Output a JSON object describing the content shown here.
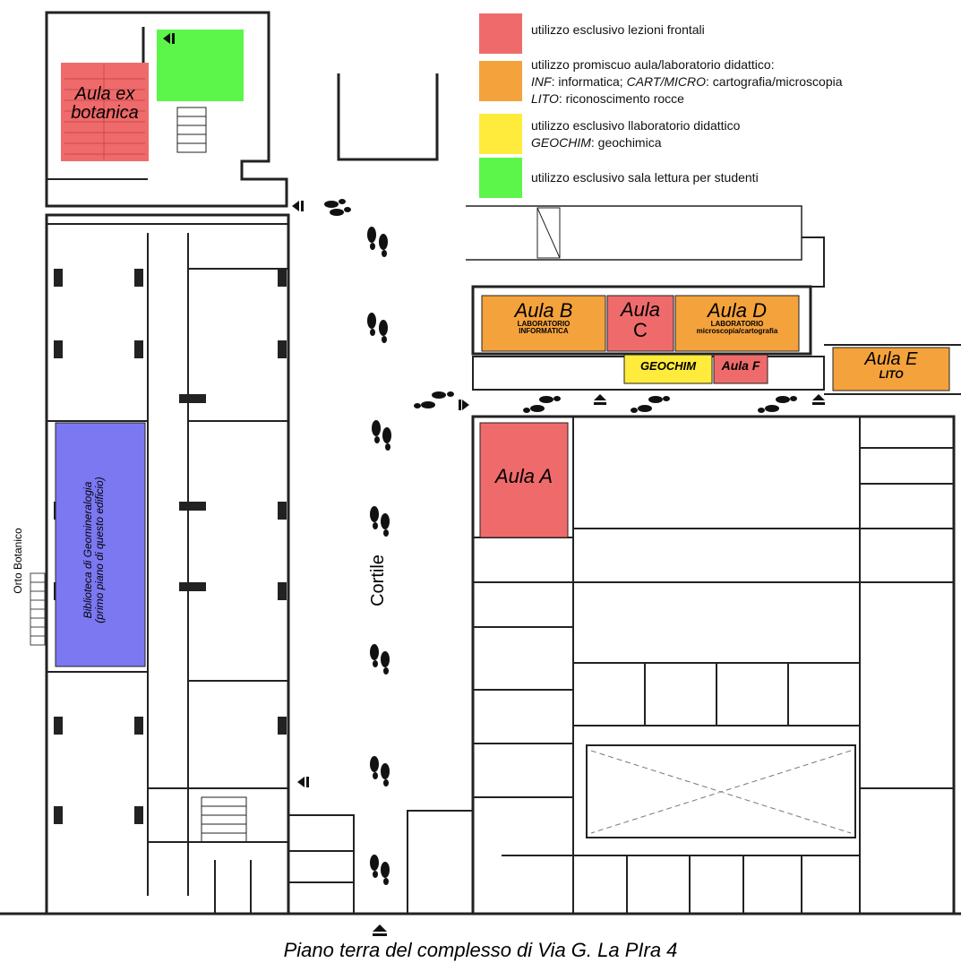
{
  "legend": [
    {
      "color": "#ef6b6b",
      "line1": "utilizzo esclusivo lezioni frontali"
    },
    {
      "color": "#f4a23c",
      "line1": "utilizzo promiscuo aula/laboratorio didattico:",
      "line2_code": "INF",
      "line2_text": ": informatica; ",
      "line2_code2": "CART/MICRO",
      "line2_text2": ": cartografia/microscopia",
      "line3_code": "LITO",
      "line3_text": ": riconoscimento rocce"
    },
    {
      "color": "#ffeb3b",
      "line1": "utilizzo esclusivo llaboratorio didattico",
      "line2_code": "GEOCHIM",
      "line2_text": ": geochimica"
    },
    {
      "color": "#5cf54a",
      "line1": "utilizzo esclusivo sala lettura per studenti"
    }
  ],
  "rooms": {
    "aula_ex_botanica": {
      "line1": "Aula ex",
      "line2": "botanica"
    },
    "aula_b": {
      "name": "Aula B",
      "sub1": "LABORATORIO",
      "sub2": "INFORMATICA"
    },
    "aula_c": {
      "line1": "Aula",
      "line2": "C"
    },
    "aula_d": {
      "name": "Aula D",
      "sub1": "LABORATORIO",
      "sub2": "microscopia/cartografia"
    },
    "aula_e": {
      "name": "Aula E",
      "sub": "LITO"
    },
    "geochim": {
      "name": "GEOCHIM"
    },
    "aula_f": {
      "name": "Aula F"
    },
    "aula_a": {
      "name": "Aula A"
    },
    "biblioteca": {
      "line1": "Biblioteca di Geomineralogia",
      "line2": "(primo piano di questo edificio)"
    }
  },
  "labels": {
    "orto_botanico": "Orto Botanico",
    "cortile": "Cortile",
    "caption": "Piano terra del complesso di Via G. La PIra 4"
  },
  "colors": {
    "lezioni": "#ef6b6b",
    "promiscuo": "#f4a23c",
    "laboratorio": "#ffeb3b",
    "sala_lettura": "#5cf54a",
    "biblioteca": "#7b78f2",
    "walls": "#222222"
  },
  "icons": [
    "footprints-icon",
    "entrance-arrow-icon",
    "stair-icon"
  ]
}
